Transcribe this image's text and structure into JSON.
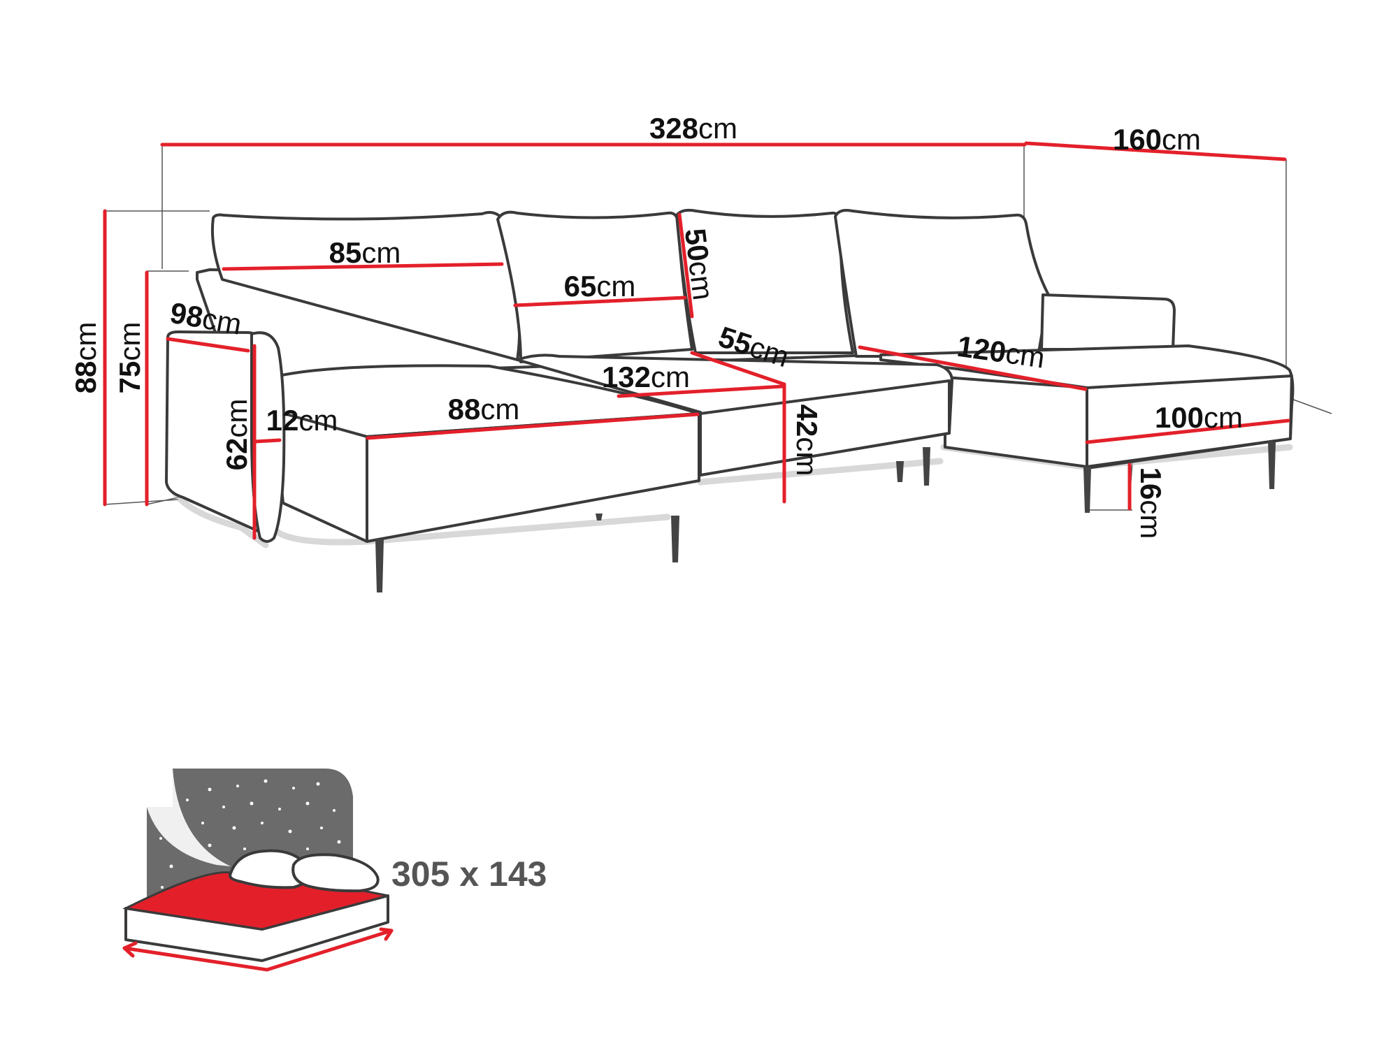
{
  "unit": "cm",
  "dimensions": {
    "total_width": "328",
    "chaise_width": "160",
    "total_height": "88",
    "armrest_height": "75",
    "backrest_width": "85",
    "cushion_width": "65",
    "cushion_height": "50",
    "armrest_depth": "98",
    "armrest_front_height": "62",
    "armrest_thickness": "12",
    "left_chaise_width": "88",
    "middle_seat_width": "132",
    "seat_depth": "55",
    "seat_height": "42",
    "right_chaise_length": "120",
    "right_chaise_width": "100",
    "leg_height": "16"
  },
  "sleeping_area": {
    "label": "305 x 143",
    "icon": "bed-with-pillows-and-starry-night-icon",
    "accent_color": "#e3202a"
  },
  "colors": {
    "dimension_line": "#e3202a",
    "outline": "#3a3a3a",
    "text": "#111111",
    "panel": "#6b6b6b"
  }
}
